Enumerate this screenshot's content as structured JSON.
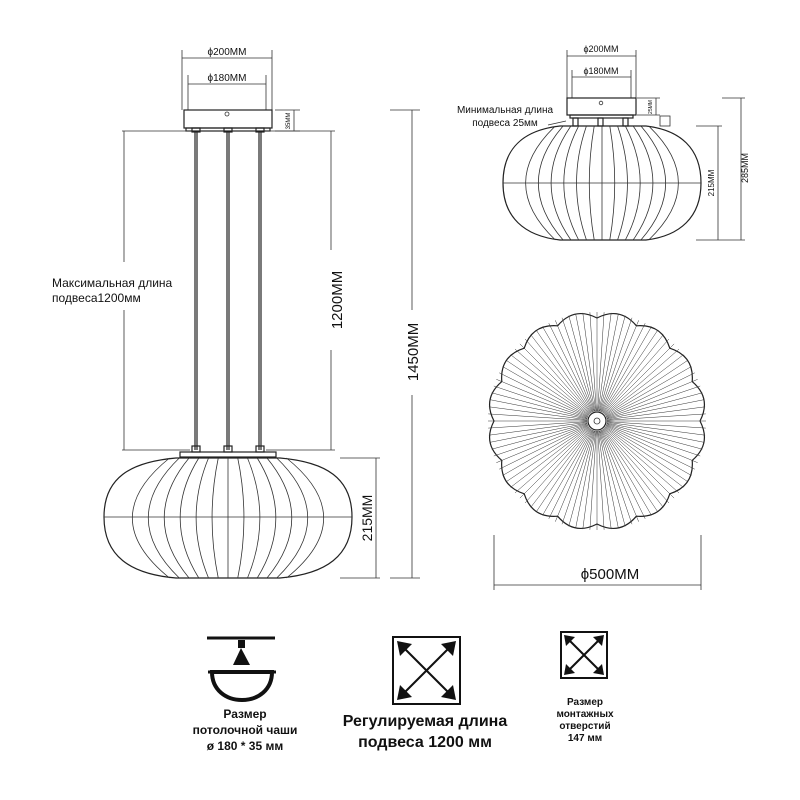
{
  "side_view": {
    "canopy_outer": "ϕ200MM",
    "canopy_inner": "ϕ180MM",
    "canopy_height": "35MM",
    "max_length_note": "Максимальная длина\nподвеса1200мм",
    "cable_length": "1200MM",
    "total_height": "1450MM",
    "shade_height": "215MM"
  },
  "top_right_view": {
    "canopy_outer": "ϕ200MM",
    "canopy_inner": "ϕ180MM",
    "min_length_note": "Минимальная длина\nподвеса 25мм",
    "gap": "25MM",
    "shade_height": "215MM",
    "total_height": "285MM"
  },
  "bottom_view": {
    "diameter": "ϕ500MM"
  },
  "legend": {
    "canopy_caption": "Размер\nпотолочной чаши\nø 180 * 35 мм",
    "adjustable_caption": "Регулируемая длина\nподвеса 1200 мм",
    "mounting_caption": "Размер\nмонтажных\nотверстий\n147 мм"
  },
  "colors": {
    "line": "#222222"
  }
}
